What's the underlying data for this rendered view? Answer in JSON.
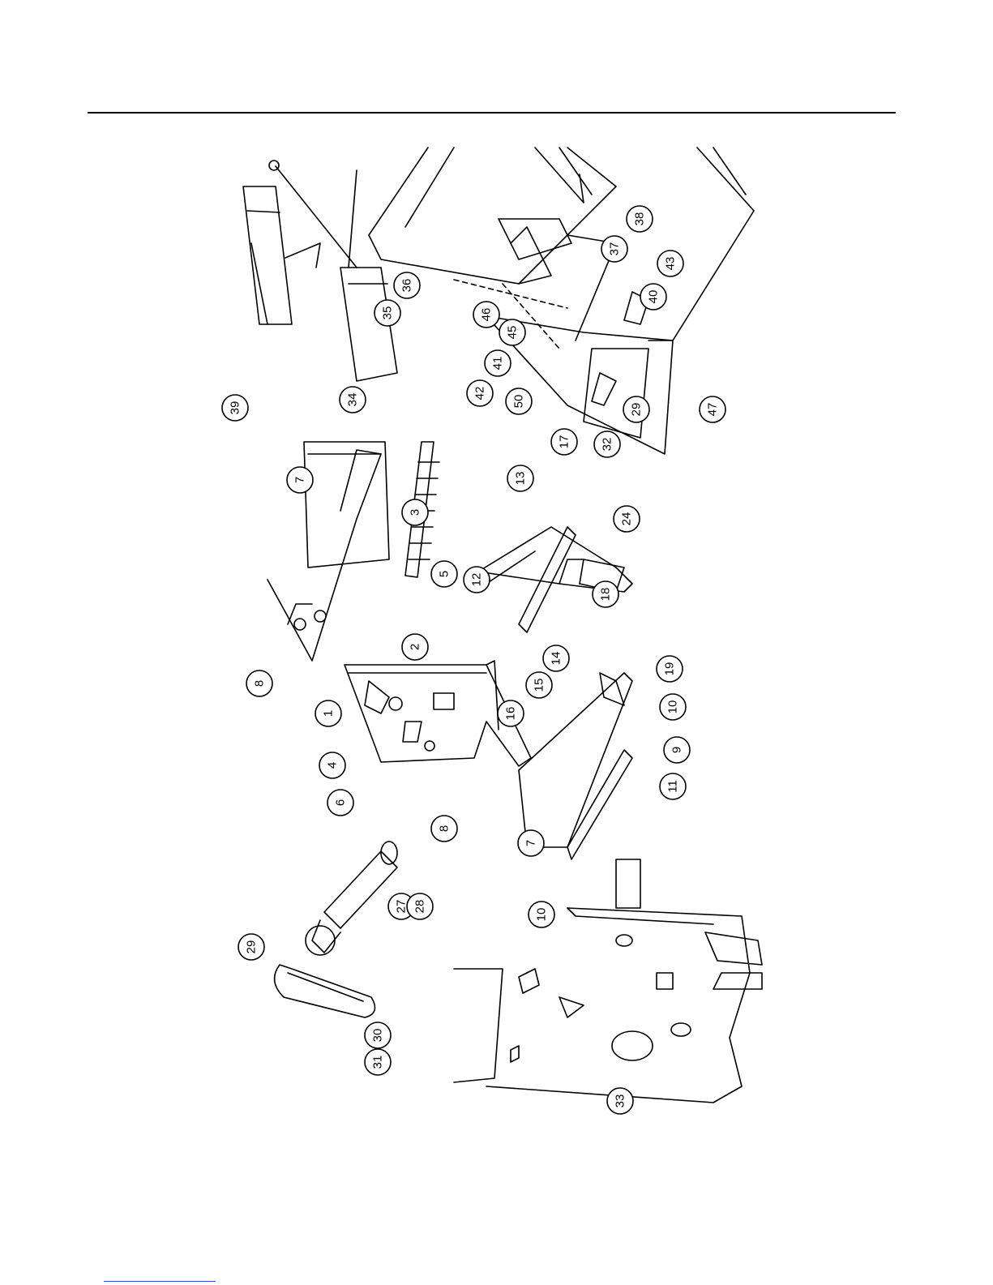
{
  "diagram": {
    "callouts": [
      {
        "id": "c1",
        "label": "1"
      },
      {
        "id": "c2",
        "label": "2"
      },
      {
        "id": "c3",
        "label": "3"
      },
      {
        "id": "c4",
        "label": "4"
      },
      {
        "id": "c5",
        "label": "5"
      },
      {
        "id": "c6",
        "label": "6"
      },
      {
        "id": "c7a",
        "label": "7"
      },
      {
        "id": "c7b",
        "label": "7"
      },
      {
        "id": "c8a",
        "label": "8"
      },
      {
        "id": "c8b",
        "label": "8"
      },
      {
        "id": "c9",
        "label": "9"
      },
      {
        "id": "c10a",
        "label": "10"
      },
      {
        "id": "c10b",
        "label": "10"
      },
      {
        "id": "c11",
        "label": "11"
      },
      {
        "id": "c12",
        "label": "12"
      },
      {
        "id": "c13",
        "label": "13"
      },
      {
        "id": "c14",
        "label": "14"
      },
      {
        "id": "c15",
        "label": "15"
      },
      {
        "id": "c16",
        "label": "16"
      },
      {
        "id": "c17",
        "label": "17"
      },
      {
        "id": "c18",
        "label": "18"
      },
      {
        "id": "c19",
        "label": "19"
      },
      {
        "id": "c24",
        "label": "24"
      },
      {
        "id": "c27",
        "label": "27"
      },
      {
        "id": "c28",
        "label": "28"
      },
      {
        "id": "c29a",
        "label": "29"
      },
      {
        "id": "c29b",
        "label": "29"
      },
      {
        "id": "c30",
        "label": "30"
      },
      {
        "id": "c31",
        "label": "31"
      },
      {
        "id": "c32",
        "label": "32"
      },
      {
        "id": "c33",
        "label": "33"
      },
      {
        "id": "c34",
        "label": "34"
      },
      {
        "id": "c35",
        "label": "35"
      },
      {
        "id": "c36",
        "label": "36"
      },
      {
        "id": "c37",
        "label": "37"
      },
      {
        "id": "c38",
        "label": "38"
      },
      {
        "id": "c39",
        "label": "39"
      },
      {
        "id": "c40",
        "label": "40"
      },
      {
        "id": "c41",
        "label": "41"
      },
      {
        "id": "c42",
        "label": "42"
      },
      {
        "id": "c43",
        "label": "43"
      },
      {
        "id": "c45",
        "label": "45"
      },
      {
        "id": "c46",
        "label": "46"
      },
      {
        "id": "c47",
        "label": "47"
      },
      {
        "id": "c50",
        "label": "50"
      }
    ]
  }
}
